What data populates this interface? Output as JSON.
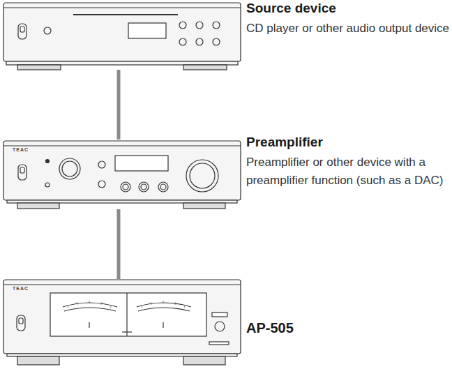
{
  "diagram": {
    "nodes": [
      {
        "text": [
          "Source device",
          "CD player or other audio output device"
        ]
      },
      {
        "text": [
          "Preamplifier",
          "Preamplifier or other device with a preamplifier function (such as a DAC)"
        ]
      },
      {
        "text": [
          "AP-505"
        ]
      }
    ],
    "edges": [
      {
        "from": 0,
        "to": 1,
        "arrow": "none"
      },
      {
        "from": 1,
        "to": 2,
        "arrow": "none"
      }
    ],
    "labels": [
      "TEAC",
      "TEAC"
    ]
  }
}
